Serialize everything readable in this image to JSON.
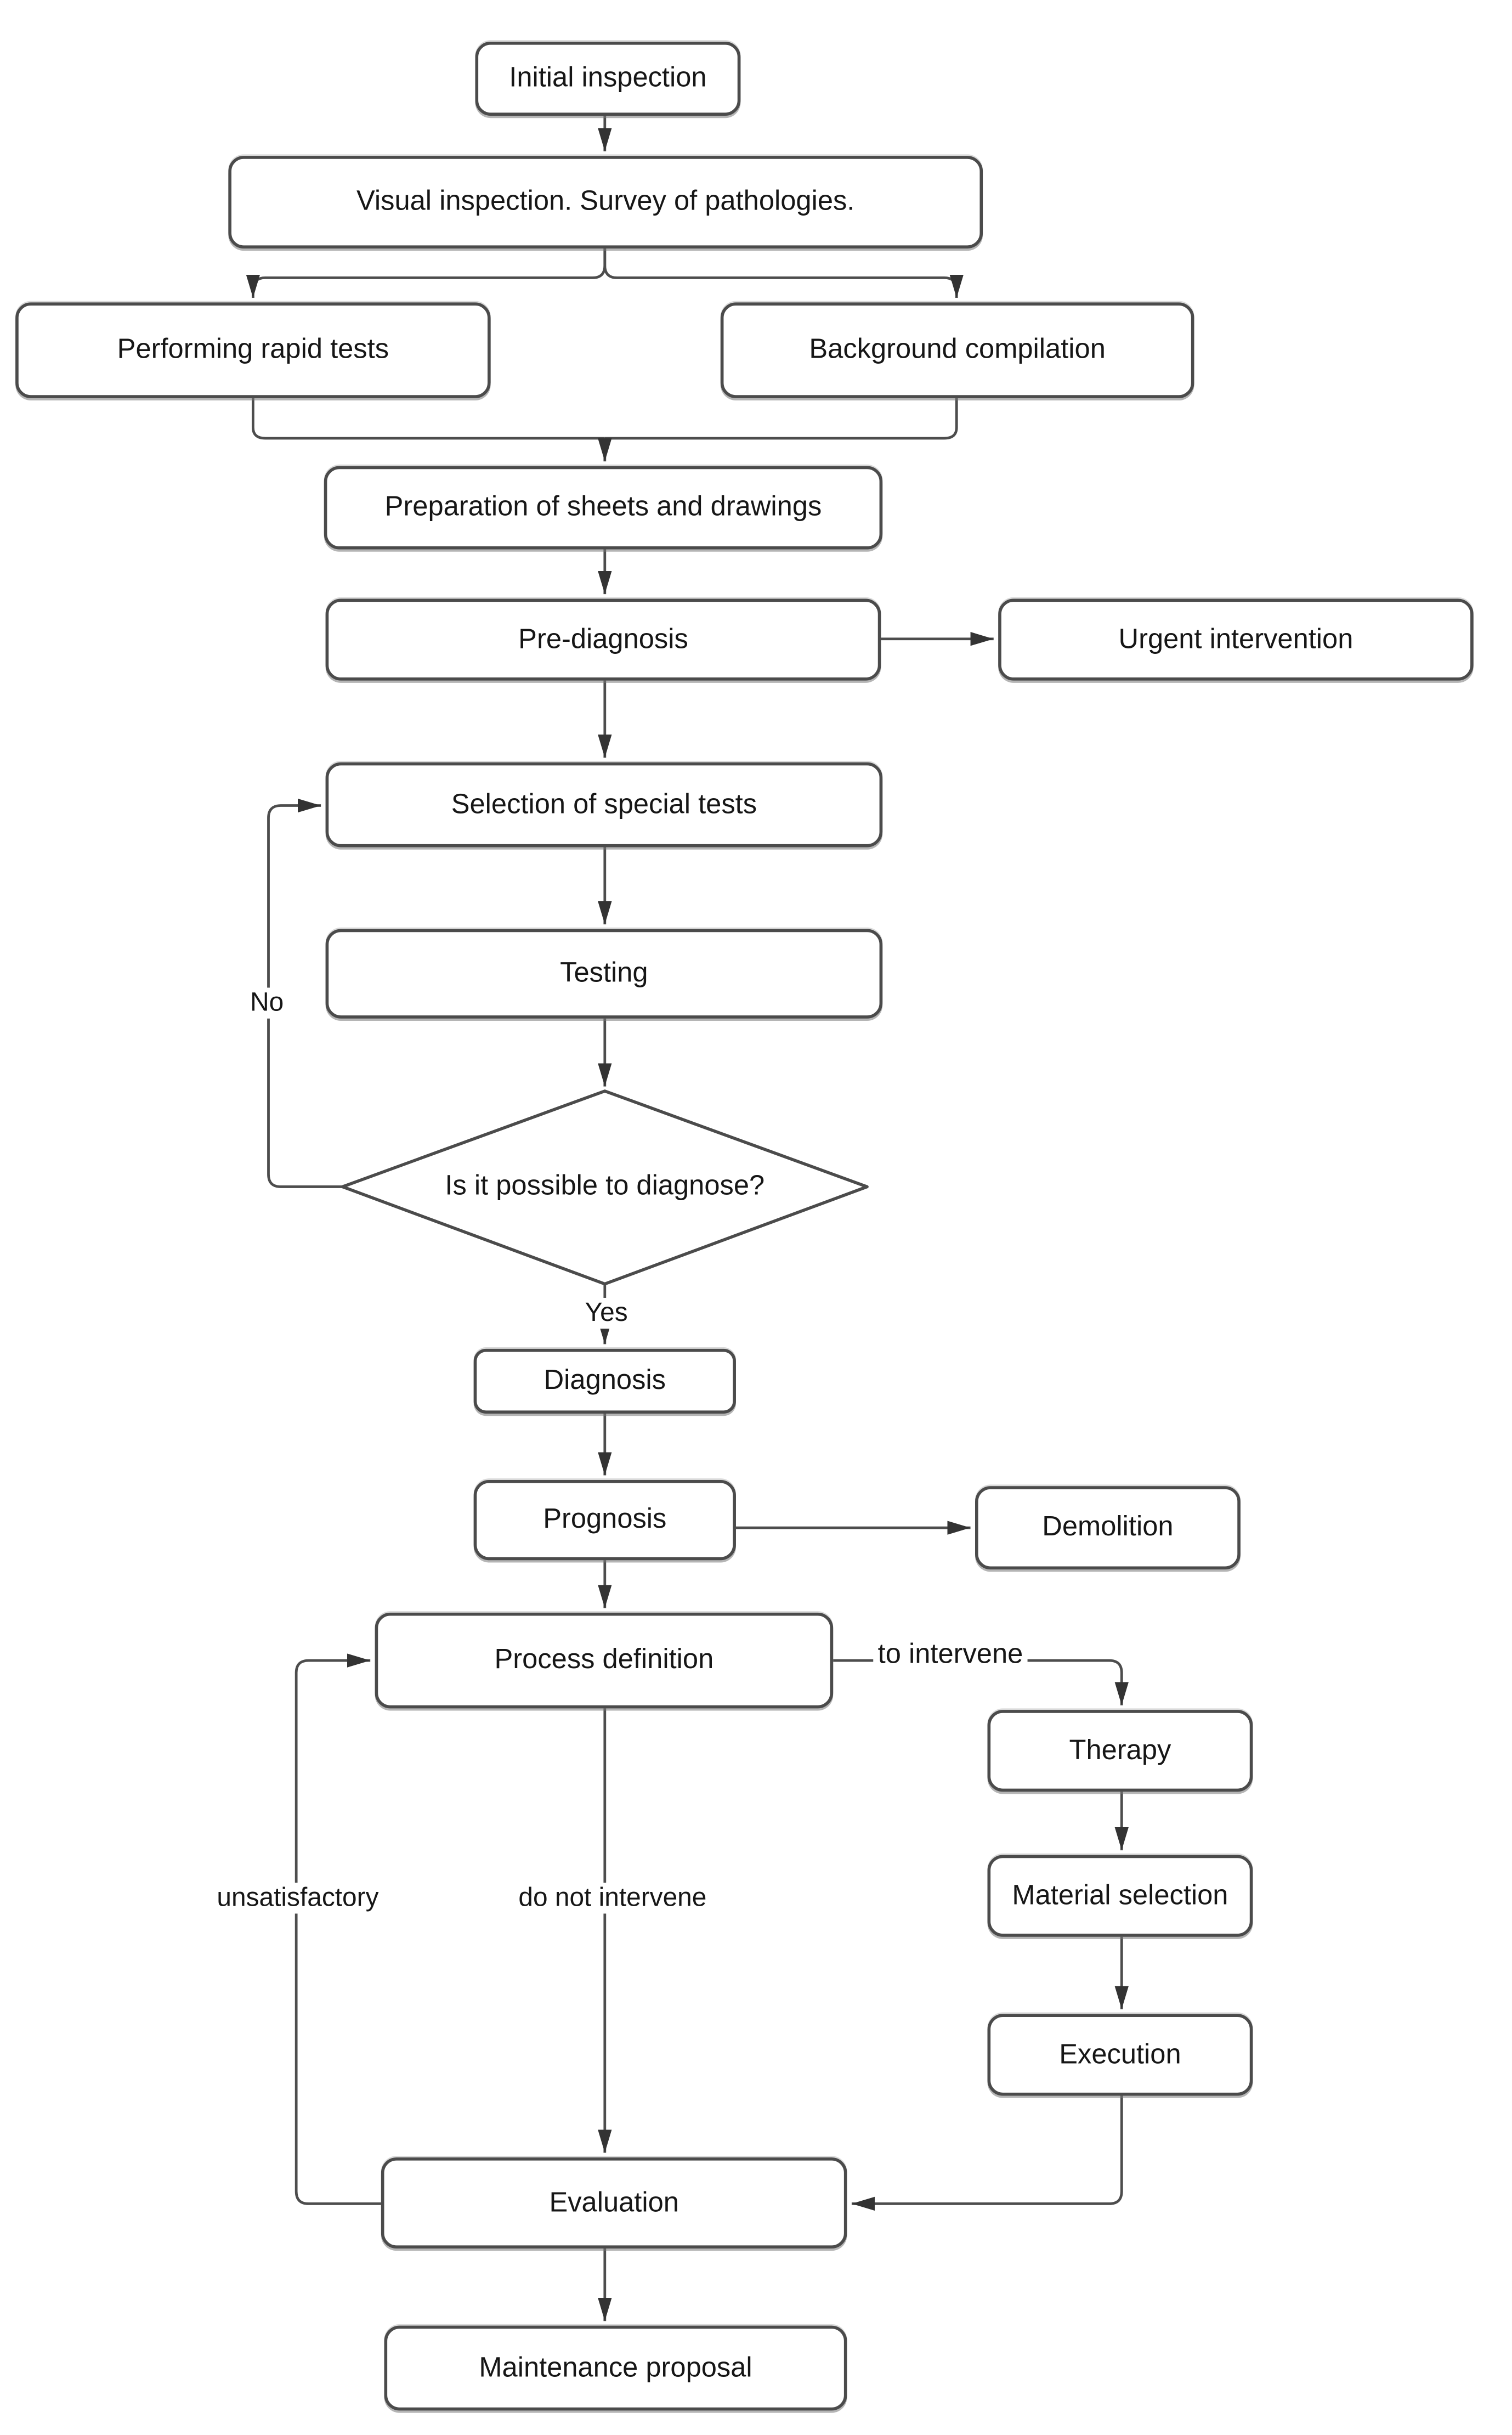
{
  "diagram": {
    "type": "flowchart",
    "background": "#ffffff",
    "colors": {
      "node_fill": "#ffffff",
      "node_border": "#4b4b4b",
      "connector": "#4d4d4d",
      "arrowhead": "#333333",
      "text": "#161616"
    },
    "nodes": {
      "initial_inspection": {
        "label": "Initial inspection",
        "shape": "rounded-rectangle"
      },
      "visual_inspection": {
        "label": "Visual inspection. Survey of pathologies.",
        "shape": "rounded-rectangle"
      },
      "performing_rapid_tests": {
        "label": "Performing rapid tests",
        "shape": "rounded-rectangle"
      },
      "background_compilation": {
        "label": "Background compilation",
        "shape": "rounded-rectangle"
      },
      "preparation_sheets_drawings": {
        "label": "Preparation of sheets and drawings",
        "shape": "rounded-rectangle"
      },
      "pre_diagnosis": {
        "label": "Pre-diagnosis",
        "shape": "rounded-rectangle"
      },
      "urgent_intervention": {
        "label": "Urgent intervention",
        "shape": "rounded-rectangle"
      },
      "selection_special_tests": {
        "label": "Selection of special tests",
        "shape": "rounded-rectangle"
      },
      "testing": {
        "label": "Testing",
        "shape": "rounded-rectangle"
      },
      "diagnose_decision": {
        "label": "Is it possible to diagnose?",
        "shape": "diamond"
      },
      "diagnosis": {
        "label": "Diagnosis",
        "shape": "rounded-rectangle"
      },
      "prognosis": {
        "label": "Prognosis",
        "shape": "rounded-rectangle"
      },
      "demolition": {
        "label": "Demolition",
        "shape": "rounded-rectangle"
      },
      "process_definition": {
        "label": "Process definition",
        "shape": "rounded-rectangle"
      },
      "therapy": {
        "label": "Therapy",
        "shape": "rounded-rectangle"
      },
      "material_selection": {
        "label": "Material selection",
        "shape": "rounded-rectangle"
      },
      "execution": {
        "label": "Execution",
        "shape": "rounded-rectangle"
      },
      "evaluation": {
        "label": "Evaluation",
        "shape": "rounded-rectangle"
      },
      "maintenance_proposal": {
        "label": "Maintenance proposal",
        "shape": "rounded-rectangle"
      }
    },
    "edge_labels": {
      "no": "No",
      "yes": "Yes",
      "to_intervene": "to intervene",
      "do_not_intervene": "do not intervene",
      "unsatisfactory": "unsatisfactory"
    },
    "edges": [
      {
        "from": "initial_inspection",
        "to": "visual_inspection"
      },
      {
        "from": "visual_inspection",
        "to": "performing_rapid_tests"
      },
      {
        "from": "visual_inspection",
        "to": "background_compilation"
      },
      {
        "from": "performing_rapid_tests",
        "to": "preparation_sheets_drawings"
      },
      {
        "from": "background_compilation",
        "to": "preparation_sheets_drawings"
      },
      {
        "from": "preparation_sheets_drawings",
        "to": "pre_diagnosis"
      },
      {
        "from": "pre_diagnosis",
        "to": "urgent_intervention"
      },
      {
        "from": "pre_diagnosis",
        "to": "selection_special_tests"
      },
      {
        "from": "selection_special_tests",
        "to": "testing"
      },
      {
        "from": "testing",
        "to": "diagnose_decision"
      },
      {
        "from": "diagnose_decision",
        "to": "selection_special_tests",
        "label": "No"
      },
      {
        "from": "diagnose_decision",
        "to": "diagnosis",
        "label": "Yes"
      },
      {
        "from": "diagnosis",
        "to": "prognosis"
      },
      {
        "from": "prognosis",
        "to": "demolition"
      },
      {
        "from": "prognosis",
        "to": "process_definition"
      },
      {
        "from": "process_definition",
        "to": "therapy",
        "label": "to intervene"
      },
      {
        "from": "therapy",
        "to": "material_selection"
      },
      {
        "from": "material_selection",
        "to": "execution"
      },
      {
        "from": "execution",
        "to": "evaluation"
      },
      {
        "from": "process_definition",
        "to": "evaluation",
        "label": "do not intervene"
      },
      {
        "from": "evaluation",
        "to": "process_definition",
        "label": "unsatisfactory"
      },
      {
        "from": "evaluation",
        "to": "maintenance_proposal"
      }
    ]
  }
}
